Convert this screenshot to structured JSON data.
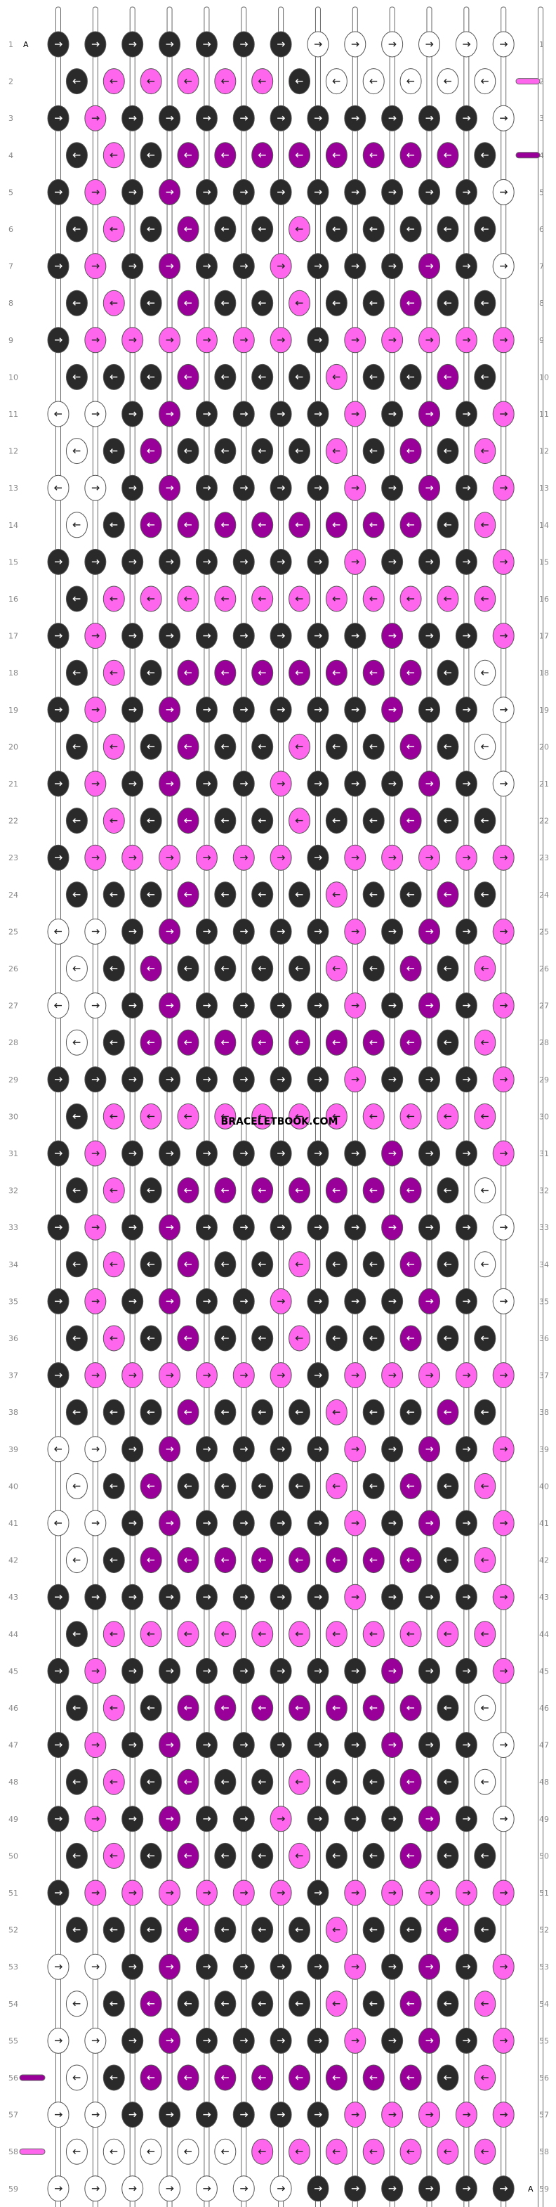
{
  "watermark": "BRACELETBOOK.COM",
  "anchor_label": "A",
  "row_numbers": [
    "1",
    "2",
    "3",
    "4",
    "5",
    "6",
    "7",
    "8",
    "9",
    "10",
    "11",
    "12",
    "13",
    "14",
    "15",
    "16",
    "17",
    "18",
    "19",
    "20",
    "21",
    "22",
    "23",
    "24",
    "25",
    "26",
    "27",
    "28",
    "29",
    "30",
    "31",
    "32",
    "33",
    "34",
    "35",
    "36",
    "37",
    "38",
    "39",
    "40",
    "41",
    "42",
    "43",
    "44",
    "45",
    "46",
    "47",
    "48",
    "49",
    "50",
    "51",
    "52",
    "53",
    "54",
    "55",
    "56",
    "57",
    "58",
    "59"
  ],
  "colors": {
    "black": "#2a2a2a",
    "pink": "#ff66ee",
    "purple": "#990099",
    "white": "#ffffff",
    "outline": "#555555",
    "string_outline": "#666666"
  },
  "strings": [
    "black",
    "black",
    "black",
    "black",
    "black",
    "black",
    "black",
    "white",
    "white",
    "white",
    "white",
    "white",
    "white",
    "white"
  ],
  "overrides": {
    "2": {
      "left": "",
      "right": "pink"
    },
    "4": {
      "left": "",
      "right": "purple"
    },
    "56": {
      "left": "purple",
      "right": ""
    },
    "58": {
      "left": "pink",
      "right": ""
    }
  },
  "cells": [
    "K>K>K>K>K>K>K>W>W>W>W>W>W>W>",
    "K<P<P<P<P<P<K<W<W<W<W<W<W<",
    "K>P>K>K>K>K>K>K>K>K>K>K>W>W>",
    "K<P<K<U<U<U<U<U<U<U<U<K<W<",
    "K>P>K>U>K>K>K>K>K>K>K>K>W>W>",
    "K<P<K<U<K<K<P<K<K<K<K<K<W<",
    "K>P>K>U>K>K>P>K>K>K>U>K>W>W>",
    "K<P<K<U<K<K<P<K<K<U<K<K<K<",
    "K>P>P>P>P>P>P>K>P>P>P>P>P>K>",
    "K<K<K<U<K<K<K<P<K<K<U<K<P<",
    "W<W>K>U>K>K>K>K>P>K>U>K>P>K>",
    "W<K<U<K<K<K<K<P<K<U<K<P<",
    "W<W>K>U>K>K>K>K>P>K>U>K>P>K>",
    "W<K<U<U<U<U<U<U<U<U<K<P<",
    "K>K>K>K>K>K>K>K>P>K>K>K>P>K>",
    "K<P<P<P<P<P<P<P<P<P<P<P<P<",
    "K>P>K>K>K>K>K>K>K>U>K>K>P>K>",
    "K<P<K<U<U<U<U<U<U<U<K<W<K<",
    "K>P>K>U>K>K>K>K>K>U>K>K>W>W>",
    "K<P<K<U<K<K<P<K<K<U<K<W<W<",
    "K>P>K>U>K>K>P>K>K>K>U>K>W>W>",
    "K<P<K<U<K<K<P<K<K<U<K<K<K<",
    "K>P>P>P>P>P>P>K>P>P>P>P>P>K>",
    "K<K<K<U<K<K<K<P<K<K<U<K<P<",
    "W<W>K>U>K>K>K>K>P>K>U>K>P>K>",
    "W<K<U<K<K<K<K<P<K<U<K<P<",
    "W<W>K>U>K>K>K>K>P>K>U>K>P>K>",
    "W<K<U<U<U<U<U<U<U<U<K<P<",
    "K>K>K>K>K>K>K>K>P>K>K>K>P>K>",
    "K<P<P<P<P<P<P<P<P<P<P<P<P<",
    "K>P>K>K>K>K>K>K>K>U>K>K>P>K>",
    "K<P<K<U<U<U<U<U<U<U<K<W<K<",
    "K>P>K>U>K>K>K>K>K>U>K>K>W>W>",
    "K<P<K<U<K<K<P<K<K<U<K<W<W<",
    "K>P>K>U>K>K>P>K>K>K>U>K>W>W>",
    "K<P<K<U<K<K<P<K<K<U<K<K<K<",
    "K>P>P>P>P>P>P>K>P>P>P>P>P>K>",
    "K<K<K<U<K<K<K<P<K<K<U<K<P<",
    "W<W>K>U>K>K>K>K>P>K>U>K>P>K>",
    "W<K<U<K<K<K<K<P<K<U<K<P<",
    "W<W>K>U>K>K>K>K>P>K>U>K>P>K>",
    "W<K<U<U<U<U<U<U<U<U<K<P<",
    "K>K>K>K>K>K>K>K>P>K>K>K>P>K>",
    "K<P<P<P<P<P<P<P<P<P<P<P<P<",
    "K>P>K>K>K>K>K>K>K>U>K>K>P>K>",
    "K<P<K<U<U<U<U<U<U<U<K<W<K<",
    "K>P>K>U>K>K>K>K>K>U>K>K>W>W>",
    "K<P<K<U<K<K<P<K<K<U<K<W<W<",
    "K>P>K>U>K>K>P>K>K>K>U>K>W>W>",
    "K<P<K<U<K<K<P<K<K<U<K<K<K<",
    "K>P>P>P>P>P>P>K>P>P>P>P>P>K>",
    "K<K<K<U<K<K<K<P<K<K<U<K<P<",
    "W>W>K>U>K>K>K>K>P>K>U>K>P>K>",
    "W<K<U<K<K<K<K<P<K<U<K<P<",
    "W>W>K>U>K>K>K>K>P>K>U>K>P>K>",
    "W<K<U<U<U<U<U<U<U<U<K<P<",
    "W>W>K>K>K>K>K>K>P>P>P>P>P>K>",
    "W<W<W<W<W<P<P<P<P<P<P<P<P<",
    "W>W>W>W>W>W>W>K>K>K>K>K>K>K>"
  ]
}
